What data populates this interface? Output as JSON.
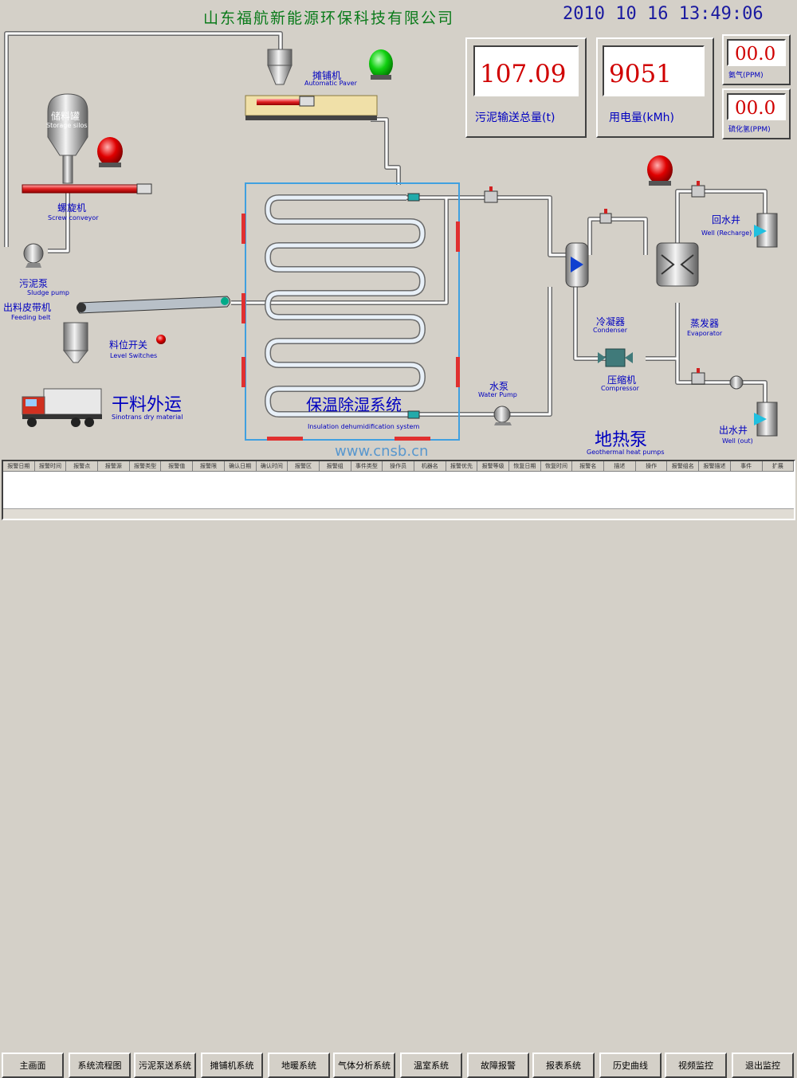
{
  "header": {
    "company": "山东福航新能源环保科技有限公司",
    "datetime": "2010 10 16 13:49:06"
  },
  "meters": {
    "sludge_total": {
      "value": "107.09",
      "label": "污泥输送总量(t)"
    },
    "power": {
      "value": "9051",
      "label": "用电量(kMh)"
    },
    "ammonia": {
      "value": "00.0",
      "label": "氨气(PPM)"
    },
    "h2s": {
      "value": "00.0",
      "label": "硫化氢(PPM)"
    }
  },
  "equipment": {
    "paver": {
      "cn": "摊铺机",
      "en": "Automatic Paver"
    },
    "storage": {
      "cn": "储料罐",
      "en": "Storage silos"
    },
    "screw": {
      "cn": "螺旋机",
      "en": "Screw conveyor"
    },
    "sludge_pump": {
      "cn": "污泥泵",
      "en": "Sludge pump"
    },
    "feeding_belt": {
      "cn": "出料皮带机",
      "en": "Feeding belt"
    },
    "level_switch": {
      "cn": "料位开关",
      "en": "Level Switches"
    },
    "dry_material": {
      "cn": "干料外运",
      "en": "Sinotrans dry material"
    },
    "insulation": {
      "cn": "保温除湿系统",
      "en": "Insulation dehumidification system"
    },
    "water_pump": {
      "cn": "水泵",
      "en": "Water Pump"
    },
    "condenser": {
      "cn": "冷凝器",
      "en": "Condenser"
    },
    "compressor": {
      "cn": "压缩机",
      "en": "Compressor"
    },
    "evaporator": {
      "cn": "蒸发器",
      "en": "Evaporator"
    },
    "recharge": {
      "cn": "回水井",
      "en": "Well (Recharge)"
    },
    "well_out": {
      "cn": "出水井",
      "en": "Well (out)"
    },
    "heat_pump": {
      "cn": "地热泵",
      "en": "Geothermal heat pumps"
    }
  },
  "watermark": "www.cnsb.cn",
  "table": {
    "columns": [
      "报警日期",
      "报警时间",
      "报警点",
      "报警源",
      "报警类型",
      "报警值",
      "报警限",
      "确认日期",
      "确认时间",
      "报警区",
      "报警组",
      "事件类型",
      "操作员",
      "机器名",
      "报警优先",
      "报警等级",
      "恢复日期",
      "恢复时间",
      "报警名",
      "描述",
      "操作",
      "报警组名",
      "报警描述",
      "事件",
      "扩展"
    ]
  },
  "nav": [
    "主画面",
    "系统流程图",
    "污泥泵送系统",
    "摊铺机系统",
    "地暖系统",
    "气体分析系统",
    "温室系统",
    "故障报警",
    "报表系统",
    "历史曲线",
    "视频监控",
    "退出监控"
  ],
  "colors": {
    "lamp_red": "#e00000",
    "lamp_green": "#10d010",
    "pipe": "#ffffff",
    "frame": "#40a0e0"
  }
}
